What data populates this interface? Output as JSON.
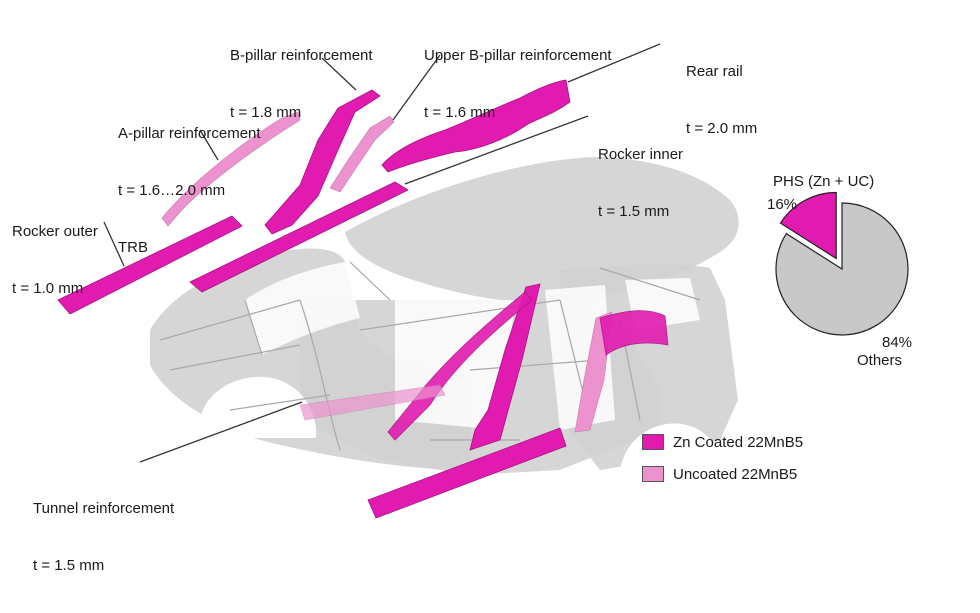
{
  "colors": {
    "zn_coated": "#e21bb0",
    "uncoated": "#ec93cf",
    "body_gray": "#d2d2d2",
    "pie_others": "#c8c8c8",
    "leader": "#333333"
  },
  "labels": {
    "b_pillar": {
      "line1": "B-pillar reinforcement",
      "line2": "t = 1.8 mm"
    },
    "upper_b_pillar": {
      "line1": "Upper B-pillar reinforcement",
      "line2": "t = 1.6 mm"
    },
    "rear_rail": {
      "line1": "Rear rail",
      "line2": "t = 2.0 mm"
    },
    "a_pillar": {
      "line1": "A-pillar reinforcement",
      "line2": "t = 1.6…2.0 mm",
      "line3": "TRB"
    },
    "rocker_inner": {
      "line1": "Rocker inner",
      "line2": "t = 1.5 mm"
    },
    "rocker_outer": {
      "line1": "Rocker outer",
      "line2": "t = 1.0 mm"
    },
    "tunnel": {
      "line1": "Tunnel reinforcement",
      "line2": "t = 1.5 mm"
    }
  },
  "chart_data": {
    "type": "pie",
    "title": "PHS (Zn + UC)",
    "slices": [
      {
        "label": "PHS (Zn + UC)",
        "value": 16,
        "value_label": "16%",
        "color": "#e21bb0",
        "exploded": true
      },
      {
        "label": "Others",
        "value": 84,
        "value_label": "84%",
        "color": "#c8c8c8",
        "exploded": false
      }
    ]
  },
  "legend": {
    "items": [
      {
        "label": "Zn Coated 22MnB5",
        "color": "#e21bb0"
      },
      {
        "label": "Uncoated 22MnB5",
        "color": "#ec93cf"
      }
    ]
  }
}
